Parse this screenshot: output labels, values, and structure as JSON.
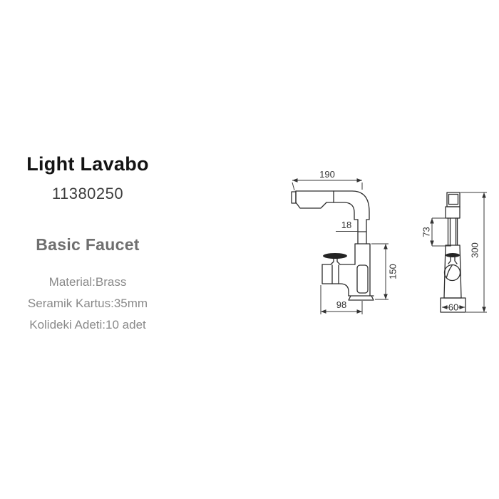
{
  "product": {
    "title": "Light Lavabo",
    "code": "11380250",
    "category": "Basic Faucet",
    "specs": [
      "Material:Brass",
      "Seramik Kartus:35mm",
      "Kolideki Adeti:10 adet"
    ]
  },
  "drawing": {
    "views": [
      "side-view",
      "front-view"
    ],
    "dimensions": {
      "spout_reach": "190",
      "spout_pipe_width": "18",
      "body_height": "150",
      "base_depth": "98",
      "head_height": "73",
      "total_height": "300",
      "base_width": "60"
    }
  },
  "colors": {
    "background": "#ffffff",
    "title_text": "#141414",
    "code_text": "#3d3d3d",
    "subtitle_text": "#6f6f6f",
    "spec_text": "#8a8a8a",
    "drawing_line": "#2d2d2d",
    "dimension_text": "#333333",
    "handle_fill": "#242424"
  }
}
